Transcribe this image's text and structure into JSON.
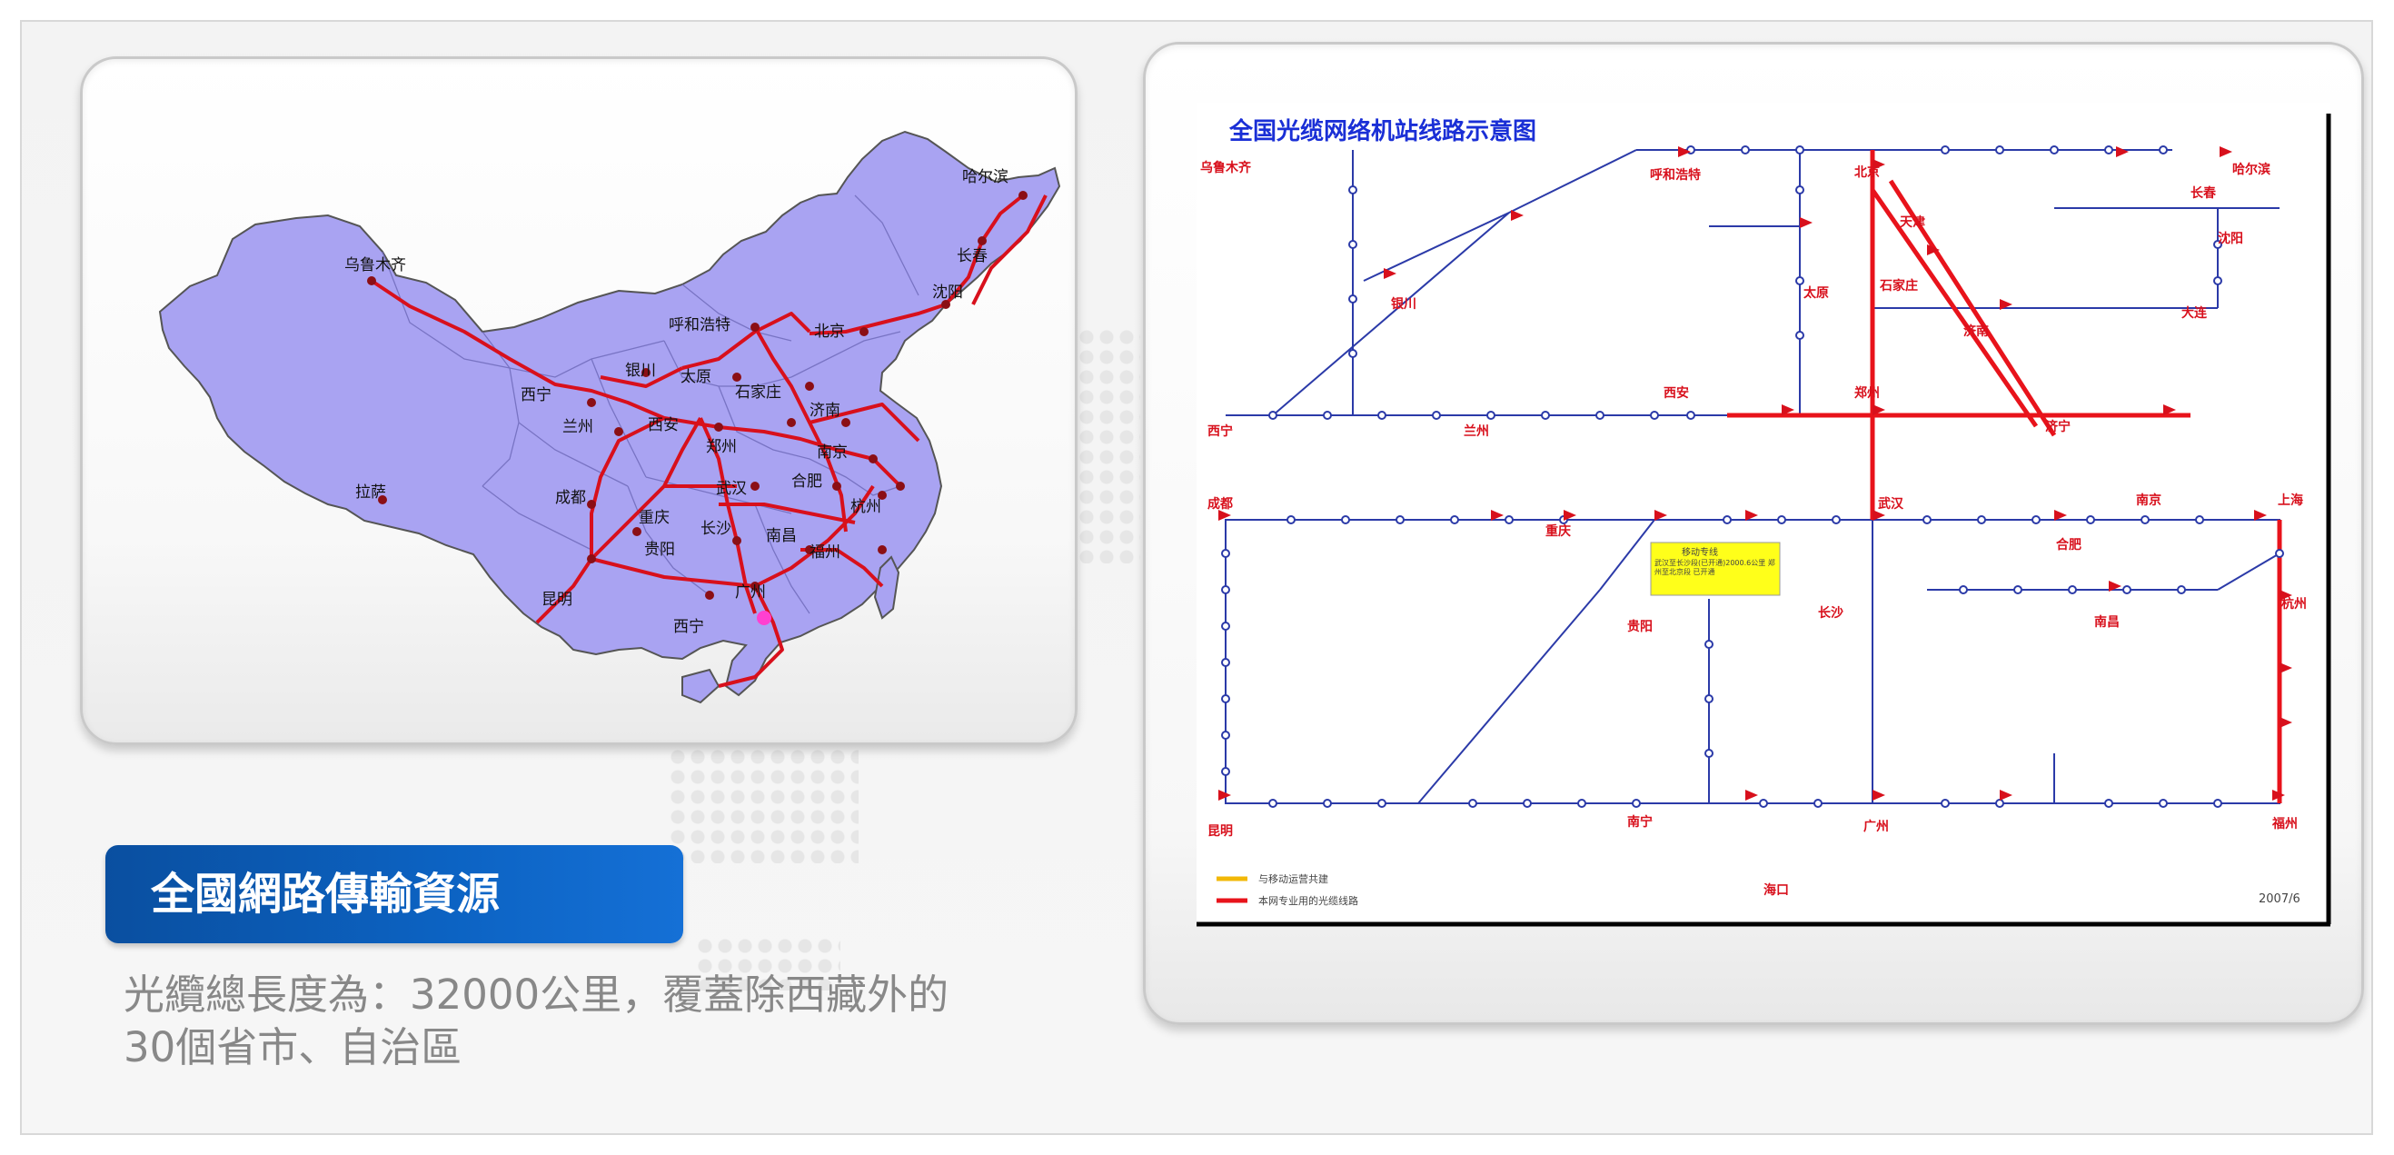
{
  "slide": {
    "title": "全國網路傳輸資源",
    "description_line1": "光纜總長度為：32000公里，覆蓋除西藏外的",
    "description_line2": "30個省市、自治區"
  },
  "china_map": {
    "cities": [
      "乌鲁木齐",
      "哈尔滨",
      "长春",
      "沈阳",
      "呼和浩特",
      "北京",
      "银川",
      "太原",
      "石家庄",
      "西宁",
      "兰州",
      "西安",
      "济南",
      "郑州",
      "南京",
      "拉萨",
      "成都",
      "武汉",
      "合肥",
      "杭州",
      "重庆",
      "长沙",
      "南昌",
      "贵阳",
      "福州",
      "昆明",
      "广州",
      "西宁"
    ]
  },
  "network_diagram": {
    "title": "全国光缆网络机站线路示意图",
    "left_cities": [
      "乌鲁木齐",
      "西宁",
      "成都",
      "昆明"
    ],
    "top_cities": [
      "呼和浩特",
      "北京",
      "哈尔滨"
    ],
    "cities": [
      "银川",
      "太原",
      "石家庄",
      "天津",
      "济南",
      "西安",
      "郑州",
      "武汉",
      "南京",
      "上海",
      "合肥",
      "长沙",
      "南昌",
      "杭州",
      "贵阳",
      "南宁",
      "广州",
      "福州",
      "海口",
      "长春",
      "沈阳",
      "大连",
      "重庆",
      "兰州",
      "济宁"
    ],
    "note_title": "移动专线",
    "note_text": "武汉至长沙段(已开通)2000.6公里 郑州至北京段 已开通",
    "legend": [
      {
        "label": "与移动运营共建",
        "color": "#f2b807"
      },
      {
        "label": "本网专业用的光缆线路",
        "color": "#e8131b"
      }
    ],
    "date": "2007/6"
  },
  "colors": {
    "title_box": "#0c63c3",
    "map_fill": "#a9a3f2",
    "rail_red": "#d8101c",
    "station_blue": "#2b3aa8",
    "network_title": "#1a2fd6"
  }
}
